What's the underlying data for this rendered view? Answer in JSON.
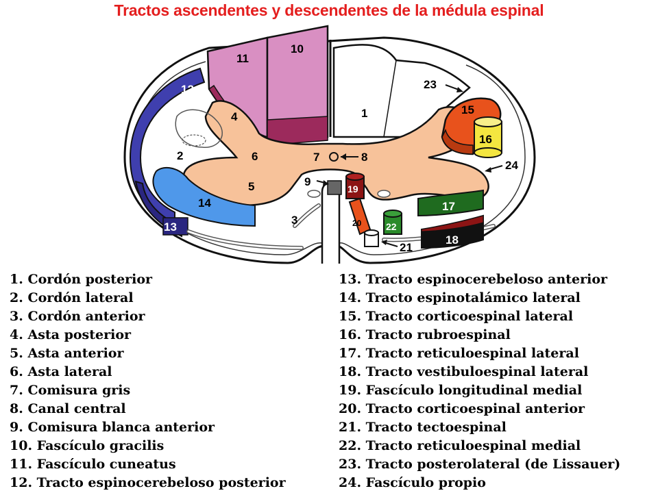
{
  "title": "Tractos ascendentes y descendentes de la médula espinal",
  "diagram_labels": {
    "l1": "1",
    "l2": "2",
    "l3": "3",
    "l4": "4",
    "l5": "5",
    "l6": "6",
    "l7": "7",
    "l8": "8",
    "l9": "9",
    "l10": "10",
    "l11": "11",
    "l12": "12",
    "l13": "13",
    "l14": "14",
    "l15": "15",
    "l16": "16",
    "l17": "17",
    "l18": "18",
    "l19": "19",
    "l20": "20",
    "l21": "21",
    "l22": "22",
    "l23": "23",
    "l24": "24"
  },
  "legend_left": [
    "1.  Cordón posterior",
    "2.  Cordón lateral",
    "3.  Cordón anterior",
    "4.  Asta posterior",
    "5.  Asta anterior",
    "6.  Asta lateral",
    "7.  Comisura gris",
    "8.  Canal central",
    "9.  Comisura blanca anterior",
    "10. Fascículo gracilis",
    "11. Fascículo cuneatus",
    "12. Tracto espinocerebeloso posterior"
  ],
  "legend_right": [
    "13. Tracto espinocerebeloso anterior",
    "14. Tracto espinotalámico lateral",
    "15. Tracto corticoespinal lateral",
    "16. Tracto rubroespinal",
    "17. Tracto reticuloespinal lateral",
    "18. Tracto vestibuloespinal lateral",
    "19. Fascículo longitudinal medial",
    "20. Tracto corticoespinal anterior",
    "21. Tracto tectoespinal",
    "22. Tracto reticuloespinal medial",
    "23. Tracto posterolateral (de Lissauer)",
    "24. Fascículo propio"
  ],
  "colors": {
    "title": "#e41e1e",
    "gray_matter": "#f7c29a",
    "fasciculus_gracilis": "#d98fc2",
    "fasciculus_cuneatus": "#9c2a5c",
    "posterior_spinocerebellar": "#3f3fae",
    "anterior_spinocerebellar": "#2a2680",
    "lateral_spinothalamic": "#4f98ea",
    "lateral_corticospinal": "#e8521c",
    "rubrospinal": "#f4e640",
    "lateral_reticulospinal": "#1f6b1f",
    "lateral_vestibulospinal": "#111111",
    "medial_longitudinal_fasciculus": "#8c1414",
    "anterior_corticospinal": "#e8521c",
    "medial_reticulospinal": "#2a8a2a"
  }
}
